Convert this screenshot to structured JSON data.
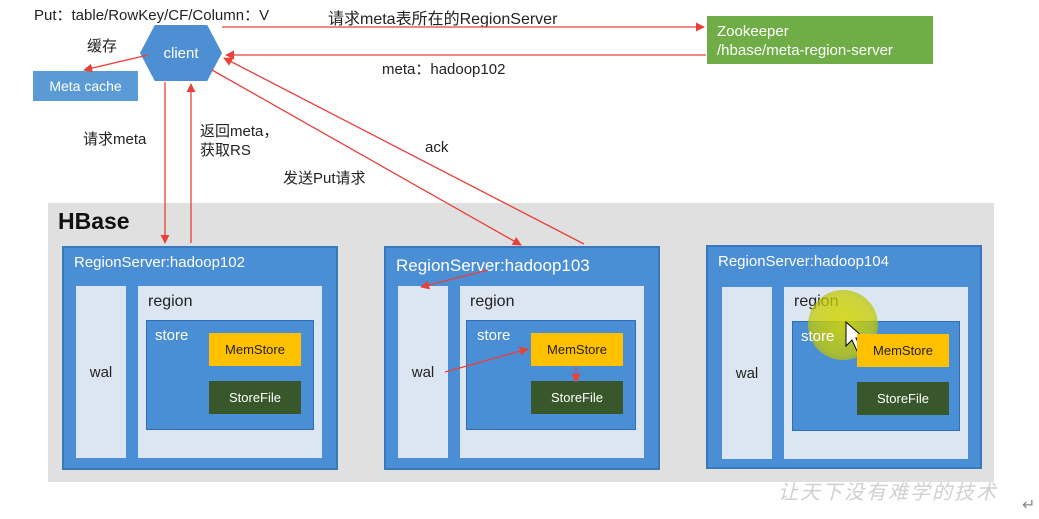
{
  "put_label": "Put：table/RowKey/CF/Column：V",
  "client": "client",
  "cache_label": "缓存",
  "meta_cache": "Meta cache",
  "request_meta_server": "请求meta表所在的RegionServer",
  "zookeeper": {
    "line1": "Zookeeper",
    "line2": "/hbase/meta-region-server"
  },
  "meta_reply": "meta：hadoop102",
  "request_meta": "请求meta",
  "return_meta": {
    "line1": "返回meta，",
    "line2": "获取RS"
  },
  "ack": "ack",
  "send_put": "发送Put请求",
  "hbase_title": "HBase",
  "region_servers": [
    {
      "title": "RegionServer:hadoop102",
      "wal": "wal",
      "region": "region",
      "store": "store",
      "memstore": "MemStore",
      "storefile": "StoreFile"
    },
    {
      "title": "RegionServer:hadoop103",
      "wal": "wal",
      "region": "region",
      "store": "store",
      "memstore": "MemStore",
      "storefile": "StoreFile"
    },
    {
      "title": "RegionServer:hadoop104",
      "wal": "wal",
      "region": "region",
      "store": "store",
      "memstore": "MemStore",
      "storefile": "StoreFile"
    }
  ],
  "watermark": "让天下没有难学的技术",
  "colors": {
    "arrow": "#e8413a",
    "client": "#4e8fd3",
    "zookeeper": "#70ad47",
    "memstore": "#ffc000",
    "storefile": "#38572a"
  }
}
